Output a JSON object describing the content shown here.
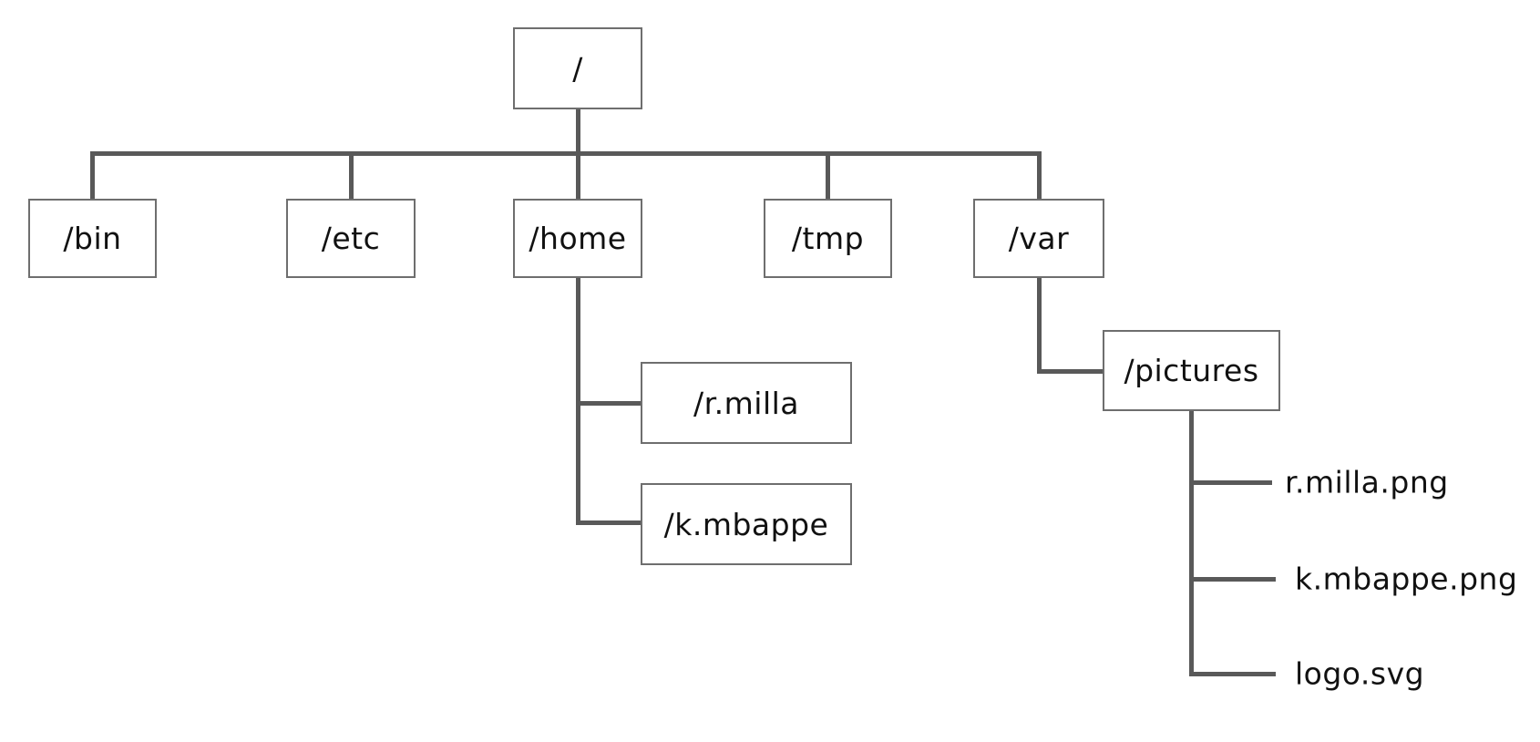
{
  "colors": {
    "line": "#595959",
    "box_border": "#6e6e6e",
    "text": "#111111",
    "background": "#ffffff"
  },
  "tree": {
    "root": {
      "label": "/",
      "children": [
        {
          "label": "/bin",
          "children": []
        },
        {
          "label": "/etc",
          "children": []
        },
        {
          "label": "/home",
          "children": [
            {
              "label": "/r.milla",
              "children": []
            },
            {
              "label": "/k.mbappe",
              "children": []
            }
          ]
        },
        {
          "label": "/tmp",
          "children": []
        },
        {
          "label": "/var",
          "children": [
            {
              "label": "/pictures",
              "children": [
                {
                  "label": "r.milla.png",
                  "children": []
                },
                {
                  "label": "k.mbappe.png",
                  "children": []
                },
                {
                  "label": "logo.svg",
                  "children": []
                }
              ]
            }
          ]
        }
      ]
    }
  }
}
